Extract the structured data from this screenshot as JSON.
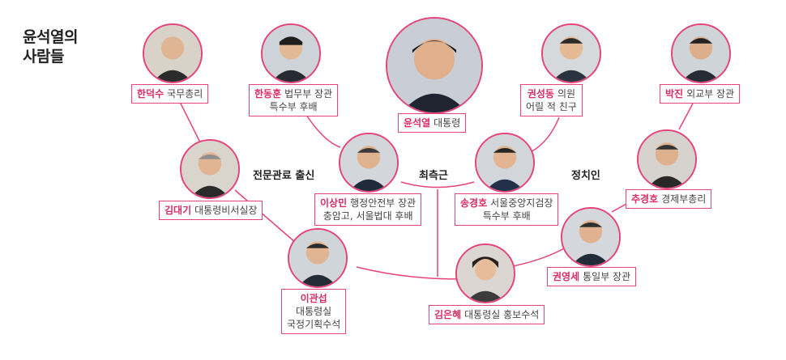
{
  "title": {
    "line1": "윤석열의",
    "line2": "사람들"
  },
  "categories": {
    "a": "전문관료 출신",
    "b": "최측근",
    "c": "정치인"
  },
  "colors": {
    "accent": "#e5447a",
    "name": "#d92d63"
  },
  "people": {
    "yoon": {
      "name": "윤석열",
      "role": "대통령"
    },
    "han": {
      "name": "한덕수",
      "role": "국무총리"
    },
    "handh": {
      "name": "한동훈",
      "role": "법무부 장관",
      "role2": "특수부 후배"
    },
    "kwon": {
      "name": "권성동",
      "role": "의원",
      "role2": "어릴 적 친구"
    },
    "park": {
      "name": "박진",
      "role": "외교부 장관"
    },
    "kim": {
      "name": "김대기",
      "role": "대통령비서실장"
    },
    "lee": {
      "name": "이상민",
      "role": "행정안전부 장관",
      "role2": "충암고, 서울법대 후배"
    },
    "song": {
      "name": "송경호",
      "role": "서울중앙지검장",
      "role2": "특수부 후배"
    },
    "choo": {
      "name": "추경호",
      "role": "경제부총리"
    },
    "leeks": {
      "name": "이관섭",
      "role": "대통령실",
      "role2": "국정기획수석"
    },
    "kimeh": {
      "name": "김은혜",
      "role": "대통령실 홍보수석"
    },
    "kwonys": {
      "name": "권영세",
      "role": "통일부 장관"
    }
  }
}
